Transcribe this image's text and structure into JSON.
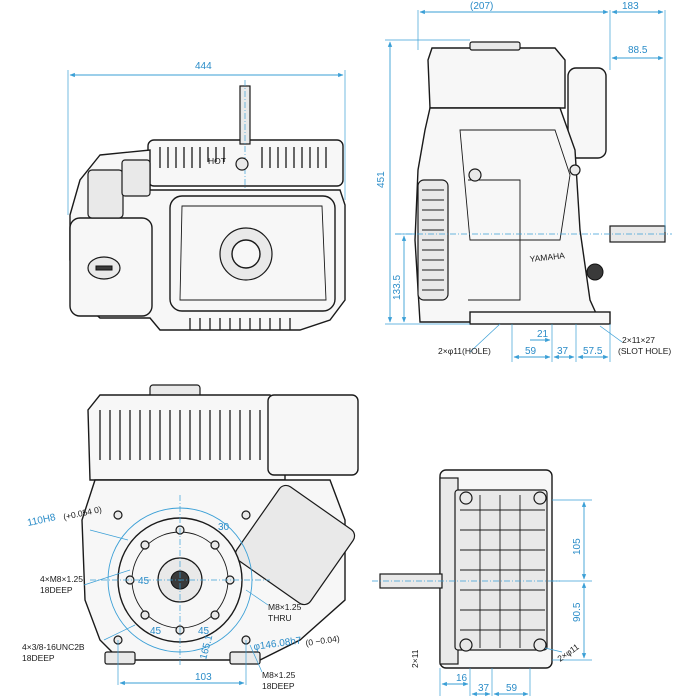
{
  "dimensions": {
    "overall_width": "444",
    "height": "451",
    "side_ref": "(207)",
    "side_183": "183",
    "side_88_5": "88.5",
    "shaft_height": "133.5",
    "side_21": "21",
    "side_59": "59",
    "side_37": "37",
    "side_57_5": "57.5",
    "front_103": "103",
    "rear_105": "105",
    "rear_90_5": "90.5",
    "rear_16": "16",
    "rear_37": "37",
    "rear_59": "59",
    "front_45a": "45",
    "front_45b": "45",
    "front_45c": "45",
    "front_30": "30",
    "front_165": "165.1"
  },
  "labels": {
    "hot": "HOT",
    "brand": "YAMAHA",
    "hole": "2×φ11(HOLE)",
    "slot_a": "2×11×27",
    "slot_b": "(SLOT HOLE)",
    "pilot": "110H8",
    "pilot_tol": "(+0.054 0)",
    "tap_a": "4×M8×1.25",
    "tap_b": "18DEEP",
    "unc_a": "4×3/8-16UNC2B",
    "unc_b": "18DEEP",
    "m8_thru_a": "M8×1.25",
    "m8_thru_b": "THRU",
    "bolt_circle": "φ146.08h7",
    "bolt_circle_tol": "(0 −0.04)",
    "m8_deep_a": "M8×1.25",
    "m8_deep_b": "18DEEP",
    "rear_hole_l": "2×11",
    "rear_hole_r": "2×φ11"
  },
  "colors": {
    "dimension": "#3a9fd6",
    "line": "#1a1a1a"
  }
}
